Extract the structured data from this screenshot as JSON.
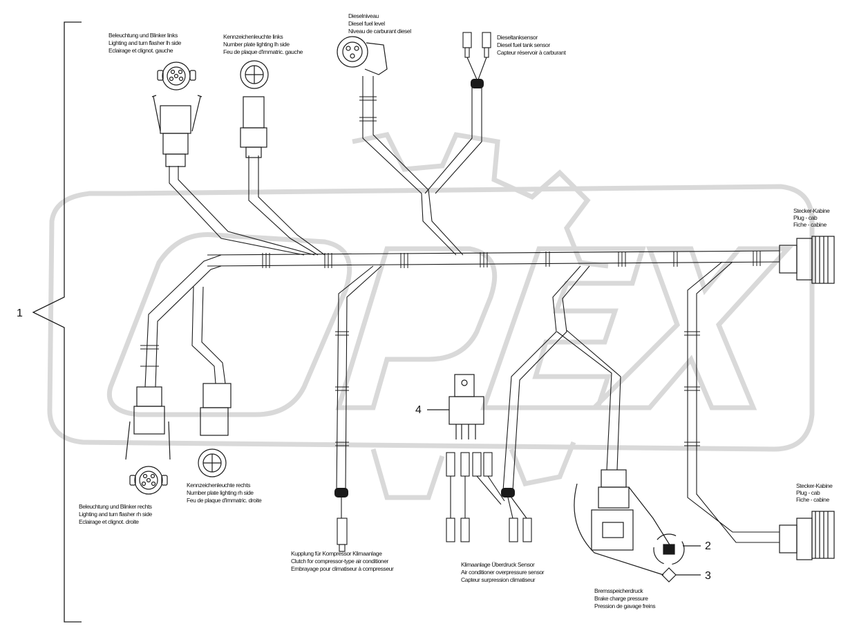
{
  "callouts": {
    "c1": "1",
    "c2": "2",
    "c3": "3",
    "c4": "4"
  },
  "labels": {
    "lighting_left": [
      "Beleuchtung und Blinker links",
      "Lighting and turn flasher lh side",
      "Eclairage et clignot. gauche"
    ],
    "plate_left": [
      "Kennzeichenleuchte links",
      "Number plate lighting lh side",
      "Feu de plaque d'immatric. gauche"
    ],
    "diesel_level": [
      "Dieselniveau",
      "Diesel fuel level",
      "Niveau de carburant diesel"
    ],
    "diesel_sensor": [
      "Dieseltanksensor",
      "Diesel fuel tank sensor",
      "Capteur réservoir à carburant"
    ],
    "plug_cab_top": [
      "Stecker-Kabine",
      "Plug - cab",
      "Fiche - cabine"
    ],
    "plug_cab_bottom": [
      "Stecker-Kabine",
      "Plug - cab",
      "Fiche - cabine"
    ],
    "lighting_right": [
      "Beleuchtung und Blinker rechts",
      "Lighting and turn flasher rh side",
      "Eclairage et clignot. droite"
    ],
    "plate_right": [
      "Kennzeichenleuchte rechts",
      "Number plate lighting rh side",
      "Feu de plaque d'immatric. droite"
    ],
    "clutch": [
      "Kupplung für Kompressor Klimaanlage",
      "Clutch for compressor-type air conditioner",
      "Embrayage pour climatiseur à compresseur"
    ],
    "ac_sensor": [
      "Klimaanlage Überdruck Sensor",
      "Air conditioner overpressure sensor",
      "Capteur surpression climatiseur"
    ],
    "brake": [
      "Bremsspeicherdruck",
      "Brake charge pressure",
      "Pression de gavage freins"
    ]
  },
  "colors": {
    "line": "#1a1a1a",
    "watermark": "#d9d9d9",
    "background": "#ffffff"
  }
}
